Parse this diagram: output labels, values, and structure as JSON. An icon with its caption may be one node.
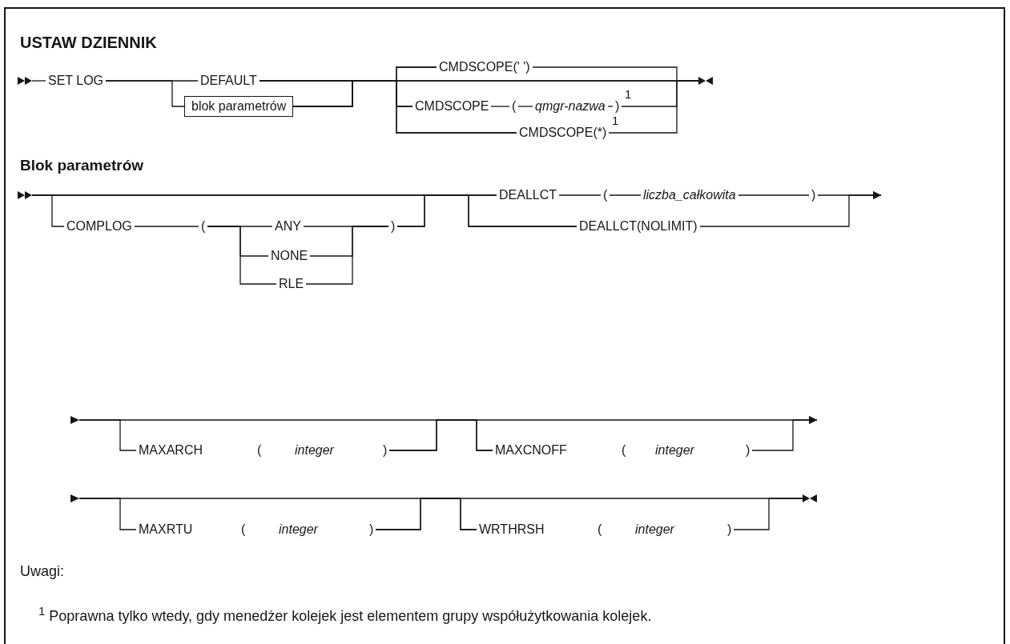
{
  "diagram": {
    "title": "USTAW DZIENNIK",
    "nodes": [
      {
        "text": [
          "SET LOG"
        ]
      },
      {
        "text": [
          "DEFAULT"
        ]
      },
      {
        "text": [
          "blok parametrów"
        ]
      },
      {
        "text": [
          "CMDSCOPE(' ')"
        ]
      },
      {
        "text": [
          "CMDSCOPE"
        ]
      },
      {
        "text": [
          "("
        ]
      },
      {
        "text": [
          "qmgr-nazwa"
        ]
      },
      {
        "text": [
          ")"
        ],
        "beside": [
          "1"
        ]
      },
      {
        "text": [
          "CMDSCOPE(*)"
        ],
        "beside": [
          "1"
        ]
      },
      {
        "text": [
          "COMPLOG"
        ]
      },
      {
        "text": [
          "("
        ]
      },
      {
        "text": [
          "ANY"
        ]
      },
      {
        "text": [
          "NONE"
        ]
      },
      {
        "text": [
          "RLE"
        ]
      },
      {
        "text": [
          ")"
        ]
      },
      {
        "text": [
          "DEALLCT"
        ]
      },
      {
        "text": [
          "("
        ]
      },
      {
        "text": [
          "liczba_całkowita"
        ]
      },
      {
        "text": [
          ")"
        ]
      },
      {
        "text": [
          "DEALLCT(NOLIMIT)"
        ]
      },
      {
        "text": [
          "MAXARCH"
        ]
      },
      {
        "text": [
          "("
        ]
      },
      {
        "text": [
          "integer"
        ]
      },
      {
        "text": [
          ")"
        ]
      },
      {
        "text": [
          "MAXCNOFF"
        ]
      },
      {
        "text": [
          "("
        ]
      },
      {
        "text": [
          "integer"
        ]
      },
      {
        "text": [
          ")"
        ]
      },
      {
        "text": [
          "MAXRTU"
        ]
      },
      {
        "text": [
          "("
        ]
      },
      {
        "text": [
          "integer"
        ]
      },
      {
        "text": [
          ")"
        ]
      },
      {
        "text": [
          "WRTHRSH"
        ]
      },
      {
        "text": [
          "("
        ]
      },
      {
        "text": [
          "integer"
        ]
      },
      {
        "text": [
          ")"
        ]
      },
      {
        "text": [],
        "shape": "triangle"
      },
      {
        "text": [],
        "shape": "triangle"
      },
      {
        "text": [],
        "shape": "triangle"
      },
      {
        "text": [],
        "shape": "triangle"
      },
      {
        "text": [],
        "shape": "triangle"
      },
      {
        "text": [],
        "shape": "triangle"
      }
    ],
    "edges": [
      {
        "from": 36,
        "to": 0,
        "arrow": "none"
      },
      {
        "from": 0,
        "to": 1,
        "arrow": "none"
      },
      {
        "from": 0,
        "to": 2,
        "arrow": "none"
      },
      {
        "from": 1,
        "to": 3,
        "arrow": "none"
      },
      {
        "from": 2,
        "to": 3,
        "arrow": "none"
      },
      {
        "from": 1,
        "to": 4,
        "arrow": "none"
      },
      {
        "from": 2,
        "to": 4,
        "arrow": "none"
      },
      {
        "from": 1,
        "to": 8,
        "arrow": "none"
      },
      {
        "from": 2,
        "to": 8,
        "arrow": "none"
      },
      {
        "from": 4,
        "to": 5,
        "arrow": "none"
      },
      {
        "from": 5,
        "to": 6,
        "arrow": "none"
      },
      {
        "from": 6,
        "to": 7,
        "arrow": "none"
      },
      {
        "from": 1,
        "to": 37,
        "arrow": "none"
      },
      {
        "from": 2,
        "to": 37,
        "arrow": "none"
      },
      {
        "from": 3,
        "to": 37,
        "arrow": "none"
      },
      {
        "from": 7,
        "to": 37,
        "arrow": "none"
      },
      {
        "from": 8,
        "to": 37,
        "arrow": "none"
      },
      {
        "from": 38,
        "to": 9,
        "arrow": "none"
      },
      {
        "from": 9,
        "to": 10,
        "arrow": "none"
      },
      {
        "from": 10,
        "to": 11,
        "arrow": "none"
      },
      {
        "from": 10,
        "to": 12,
        "arrow": "none"
      },
      {
        "from": 10,
        "to": 13,
        "arrow": "none"
      },
      {
        "from": 11,
        "to": 14,
        "arrow": "none"
      },
      {
        "from": 12,
        "to": 14,
        "arrow": "none"
      },
      {
        "from": 13,
        "to": 14,
        "arrow": "none"
      },
      {
        "from": 38,
        "to": 15,
        "arrow": "none"
      },
      {
        "from": 14,
        "to": 15,
        "arrow": "none"
      },
      {
        "from": 38,
        "to": 19,
        "arrow": "none"
      },
      {
        "from": 14,
        "to": 19,
        "arrow": "none"
      },
      {
        "from": 15,
        "to": 16,
        "arrow": "none"
      },
      {
        "from": 16,
        "to": 17,
        "arrow": "none"
      },
      {
        "from": 17,
        "to": 18,
        "arrow": "none"
      },
      {
        "from": 18,
        "to": null,
        "arrow": "to"
      },
      {
        "from": 19,
        "to": null,
        "arrow": "to"
      },
      {
        "from": 39,
        "to": 20,
        "arrow": "none"
      },
      {
        "from": 39,
        "to": 24,
        "arrow": "none"
      },
      {
        "from": 23,
        "to": 24,
        "arrow": "none"
      },
      {
        "from": 23,
        "to": null,
        "arrow": "to"
      },
      {
        "from": 27,
        "to": null,
        "arrow": "to"
      },
      {
        "from": 40,
        "to": 28,
        "arrow": "none"
      },
      {
        "from": 40,
        "to": 32,
        "arrow": "none"
      },
      {
        "from": 31,
        "to": 32,
        "arrow": "none"
      },
      {
        "from": 31,
        "to": 41,
        "arrow": "none"
      },
      {
        "from": 35,
        "to": 41,
        "arrow": "none"
      }
    ],
    "labels": [
      "Blok parametrów",
      "Uwagi:",
      "$^{1}$ Poprawna tylko wtedy, gdy menedżer kolejek jest elementem grupy współużytkowania kolejek."
    ]
  }
}
